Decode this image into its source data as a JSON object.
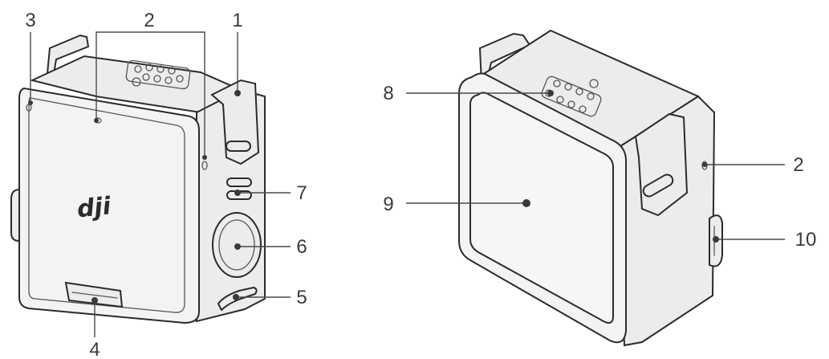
{
  "callouts": {
    "c1": "1",
    "c2a": "2",
    "c2b": "2",
    "c3": "3",
    "c4": "4",
    "c5": "5",
    "c6": "6",
    "c7": "7",
    "c8": "8",
    "c9": "9",
    "c10": "10"
  },
  "logo_text": "dji",
  "colors": {
    "line": "#2b2b2b",
    "label": "#3a3a3a",
    "face": "#f3f3f3"
  }
}
